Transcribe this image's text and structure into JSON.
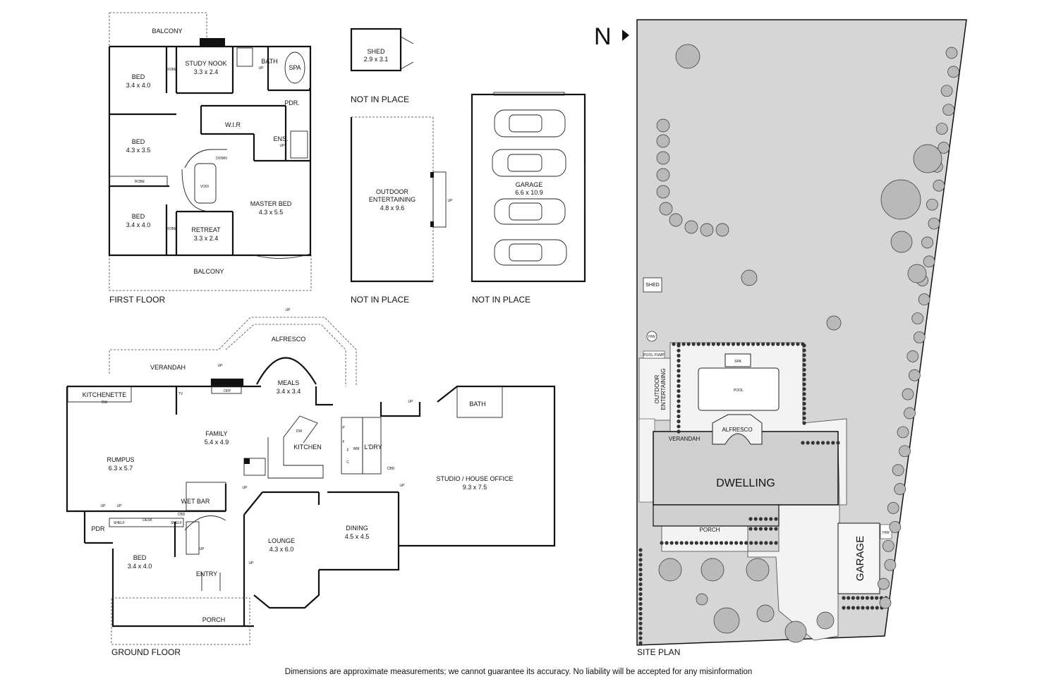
{
  "compass": {
    "label": "N"
  },
  "first_floor": {
    "caption": "FIRST FLOOR",
    "labels": {
      "balcony_top": "BALCONY",
      "bed1_name": "BED",
      "bed1_size": "3.4 x 4.0",
      "robe1": "ROBE",
      "study_name": "STUDY NOOK",
      "study_size": "3.3 x 2.4",
      "bath": "BATH",
      "spa": "SPA",
      "up1": "UP",
      "pdr": "PDR.",
      "bed2_name": "BED",
      "bed2_size": "4.3 x 3.5",
      "wir": "W.I.R",
      "ens": "ENS.",
      "up2": "UP",
      "down": "DOWN",
      "void": "VOID",
      "robe2": "ROBE",
      "bed3_name": "BED",
      "bed3_size": "3.4 x 4.0",
      "robe3": "ROBE",
      "retreat_name": "RETREAT",
      "retreat_size": "3.3 x 2.4",
      "master_name": "MASTER BED",
      "master_size": "4.3 x 5.5",
      "balcony_bottom": "BALCONY"
    }
  },
  "shed": {
    "name": "SHED",
    "size": "2.9 x 3.1",
    "caption": "NOT IN PLACE"
  },
  "outdoor_entertaining": {
    "name_line1": "OUTDOOR",
    "name_line2": "ENTERTAINING",
    "size": "4.8 x 9.6",
    "up": "UP",
    "caption": "NOT IN PLACE"
  },
  "garage_plan": {
    "name": "GARAGE",
    "size": "6.6 x 10.9",
    "caption": "NOT IN PLACE"
  },
  "ground_floor": {
    "caption": "GROUND FLOOR",
    "labels": {
      "up_alfresco": "UP",
      "alfresco": "ALFRESCO",
      "verandah": "VERANDAH",
      "up_verandah": "UP",
      "kitchenette": "KITCHENETTE",
      "dw1": "DW",
      "tv": "TV",
      "ofp": "OFP",
      "meals_name": "MEALS",
      "meals_size": "3.4 x 3.4",
      "up_steps": "UP",
      "bath": "BATH",
      "family_name": "FAMILY",
      "family_size": "5.4 x 4.9",
      "dw2": "DW",
      "kitchen": "KITCHEN",
      "p1": "P",
      "f1": "F",
      "wm": "WM",
      "c1": "C",
      "f2": "F",
      "laundry": "L'DRY",
      "cbd1": "CBD",
      "rumpus_name": "RUMPUS",
      "rumpus_size": "6.3 x 5.7",
      "studio_name": "STUDIO / HOUSE OFFICE",
      "studio_size": "9.3 x 7.5",
      "up_studio": "UP",
      "wetbar": "WET BAR",
      "up_family": "UP",
      "up_a": "UP",
      "up_b": "UP",
      "pdr": "PDR",
      "shelf1": "SHELF",
      "desk": "DESK",
      "shelf2": "SHELF",
      "cbd2": "CBD",
      "up_stair": "UP",
      "dining_name": "DINING",
      "dining_size": "4.5 x 4.5",
      "lounge_name": "LOUNGE",
      "lounge_size": "4.3 x 6.0",
      "up_lounge": "UP",
      "bed_name": "BED",
      "bed_size": "3.4 x 4.0",
      "entry": "ENTRY",
      "porch": "PORCH"
    }
  },
  "site_plan": {
    "caption": "SITE PLAN",
    "labels": {
      "shed": "SHED",
      "hwu": "H/W",
      "pool_pump": "POOL PUMP",
      "spa": "SPA",
      "pool": "POOL",
      "outdoor_line1": "OUTDOOR",
      "outdoor_line2": "ENTERTAINING",
      "alfresco": "ALFRESCO",
      "verandah": "VERANDAH",
      "dwelling": "DWELLING",
      "porch": "PORCH",
      "garage": "GARAGE",
      "hwu2": "H/W"
    },
    "colors": {
      "lot_fill": "#d6d6d6",
      "paving_fill": "#f3f3f3",
      "hedge": "#333333"
    }
  },
  "disclaimer": "Dimensions are approximate measurements; we cannot guarantee its accuracy. No liability will be accepted for any misinformation"
}
